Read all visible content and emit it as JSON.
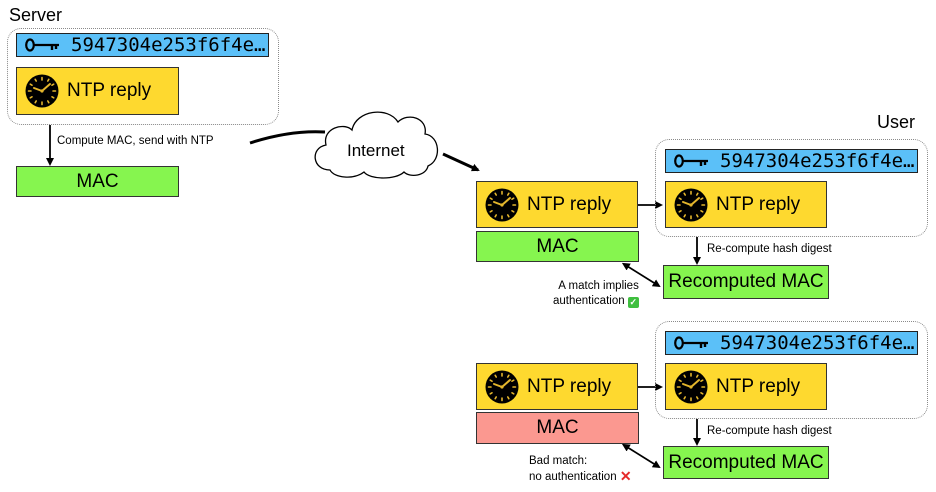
{
  "server": {
    "title": "Server",
    "key_value": "5947304e253f6f4e…",
    "ntp_label": "NTP reply",
    "compute_label": "Compute MAC, send with NTP",
    "mac_label": "MAC"
  },
  "internet": {
    "label": "Internet"
  },
  "user": {
    "title": "User"
  },
  "scenario_match": {
    "received_ntp_label": "NTP reply",
    "received_mac_label": "MAC",
    "key_value": "5947304e253f6f4e…",
    "user_ntp_label": "NTP reply",
    "recompute_label": "Re-compute hash digest",
    "recomputed_mac_label": "Recomputed MAC",
    "result_line1": "A match implies",
    "result_line2": "authentication",
    "result_icon": "check-mark-icon",
    "mac_color": "#86f54f"
  },
  "scenario_mismatch": {
    "received_ntp_label": "NTP reply",
    "received_mac_label": "MAC",
    "key_value": "5947304e253f6f4e…",
    "user_ntp_label": "NTP reply",
    "recompute_label": "Re-compute hash digest",
    "recomputed_mac_label": "Recomputed MAC",
    "result_line1": "Bad match:",
    "result_line2": "no authentication",
    "result_icon": "cross-mark-icon",
    "mac_color": "#fb9890"
  },
  "colors": {
    "key_bar": "#5bc0f8",
    "ntp_box": "#fed92f",
    "mac_good": "#86f54f",
    "mac_bad": "#fb9890"
  }
}
